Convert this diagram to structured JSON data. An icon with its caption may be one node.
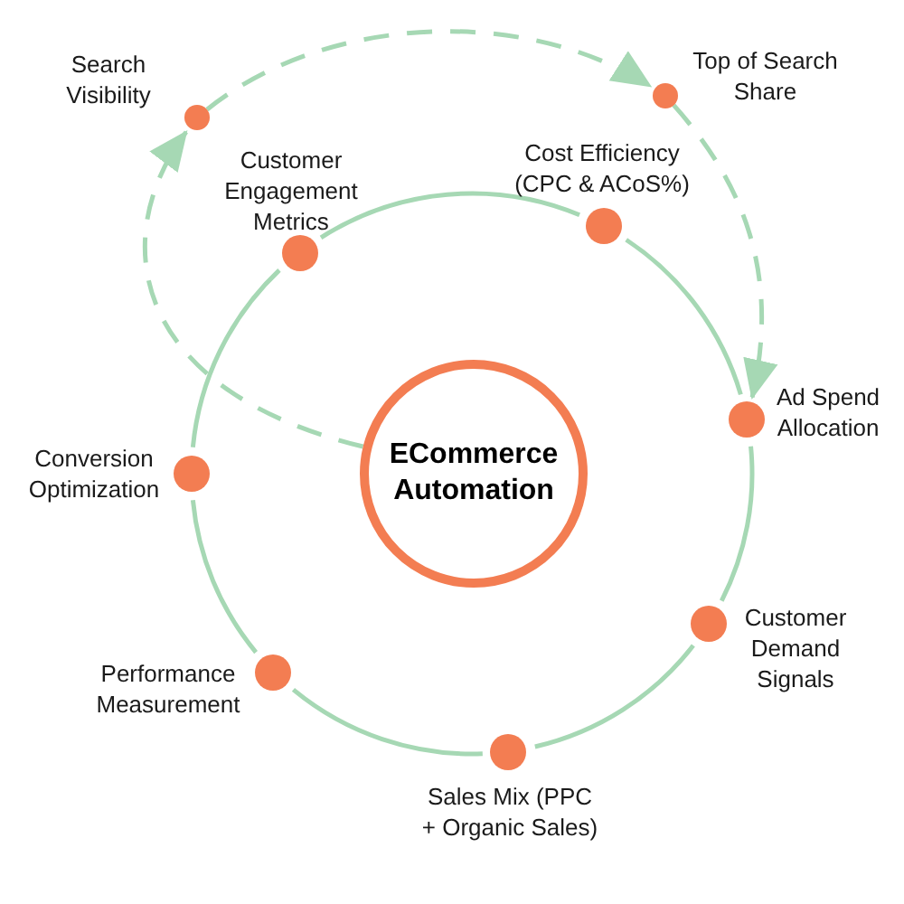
{
  "diagram": {
    "nodes": [
      {
        "text": [],
        "shape": "circle",
        "beside": [
          "Search Visibility"
        ]
      },
      {
        "text": [],
        "shape": "circle",
        "beside": [
          "Top of Search Share"
        ]
      },
      {
        "text": [],
        "shape": "circle",
        "beside": [
          "Customer Engagement Metrics"
        ]
      },
      {
        "text": [],
        "shape": "circle",
        "beside": [
          "Cost Efficiency (CPC & ACoS%)"
        ]
      },
      {
        "text": [],
        "shape": "circle",
        "beside": [
          "Ad Spend Allocation"
        ]
      },
      {
        "text": [],
        "shape": "circle",
        "beside": [
          "Conversion Optimization"
        ]
      },
      {
        "text": [
          "ECommerce Automation"
        ]
      },
      {
        "text": [],
        "shape": "circle",
        "beside": [
          "Customer Demand Signals"
        ]
      },
      {
        "text": [],
        "shape": "circle",
        "beside": [
          "Performance Measurement"
        ]
      },
      {
        "text": [],
        "shape": "circle",
        "beside": [
          "Sales Mix (PPC + Organic Sales)"
        ]
      }
    ],
    "edges": [
      {
        "from": 6,
        "to": 0,
        "arrow": "to",
        "style": "dashed"
      },
      {
        "from": 0,
        "to": 1,
        "arrow": "to",
        "style": "dashed"
      },
      {
        "from": 1,
        "to": 4,
        "arrow": "to",
        "style": "dashed"
      },
      {
        "from": 2,
        "to": 3,
        "arrow": "none"
      },
      {
        "from": 3,
        "to": 4,
        "arrow": "none"
      },
      {
        "from": 4,
        "to": 7,
        "arrow": "none"
      },
      {
        "from": 7,
        "to": 9,
        "arrow": "none"
      },
      {
        "from": 9,
        "to": 8,
        "arrow": "none"
      },
      {
        "from": 8,
        "to": 5,
        "arrow": "none"
      },
      {
        "from": 5,
        "to": 2,
        "arrow": "none"
      }
    ]
  }
}
